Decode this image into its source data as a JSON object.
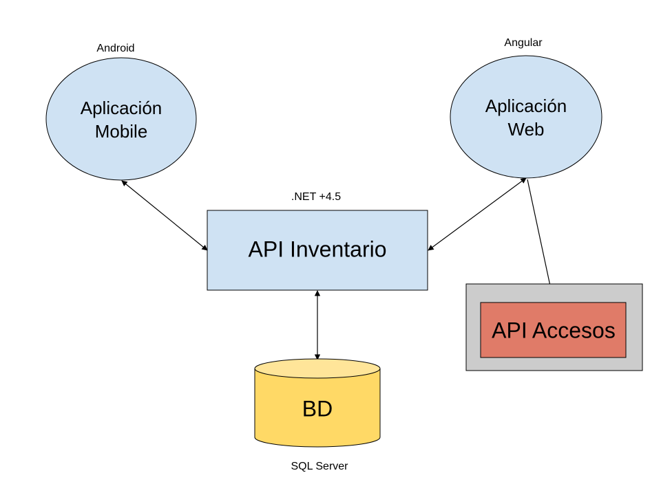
{
  "nodes": {
    "mobile": {
      "title_line1": "Aplicación",
      "title_line2": "Mobile",
      "tech": "Android"
    },
    "web": {
      "title_line1": "Aplicación",
      "title_line2": "Web",
      "tech": "Angular"
    },
    "api_inventario": {
      "title": "API Inventario",
      "tech": ".NET +4.5"
    },
    "api_accesos": {
      "title": "API Accesos"
    },
    "database": {
      "title": "BD",
      "tech": "SQL Server"
    }
  },
  "colors": {
    "light_blue": "#cfe2f3",
    "gray": "#cccccc",
    "salmon": "#e07b68",
    "yellow": "#ffd966",
    "yellow_top": "#ffe599",
    "stroke": "#000000"
  },
  "connections": [
    {
      "from": "mobile",
      "to": "api_inventario",
      "type": "bidirectional"
    },
    {
      "from": "web",
      "to": "api_inventario",
      "type": "bidirectional"
    },
    {
      "from": "web",
      "to": "api_accesos",
      "type": "directed"
    },
    {
      "from": "api_inventario",
      "to": "database",
      "type": "bidirectional"
    }
  ]
}
